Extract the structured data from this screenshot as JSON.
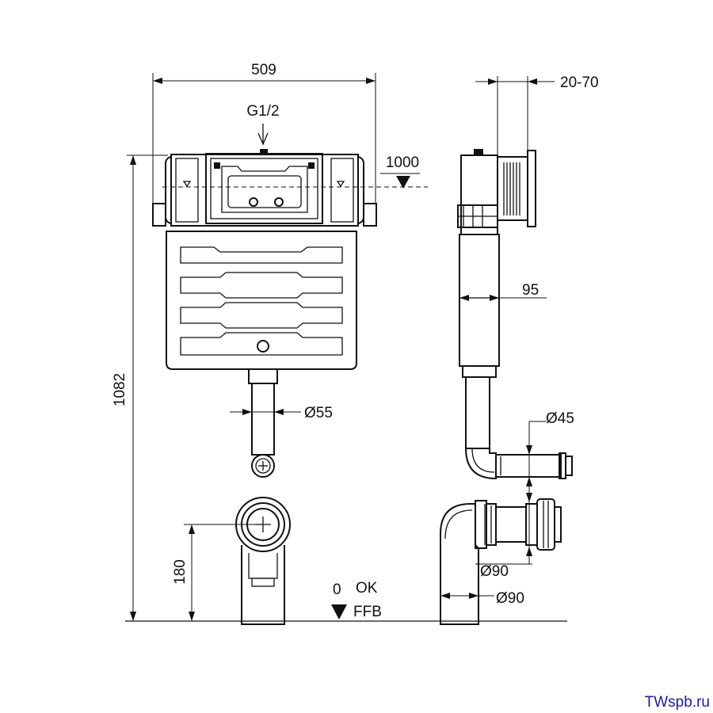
{
  "dimensions": {
    "width": "509",
    "height": "1082",
    "supply": "G1/2",
    "level_top": "1000",
    "depth_range": "20-70",
    "depth": "95",
    "pipe_d55": "Ø55",
    "pipe_d45": "Ø45",
    "outlet_d90_a": "Ø90",
    "outlet_d90_b": "Ø90",
    "outlet_height": "180",
    "zero": "0",
    "finished_floor_1": "OK",
    "finished_floor_2": "FFB"
  },
  "watermark": "TWspb.ru"
}
